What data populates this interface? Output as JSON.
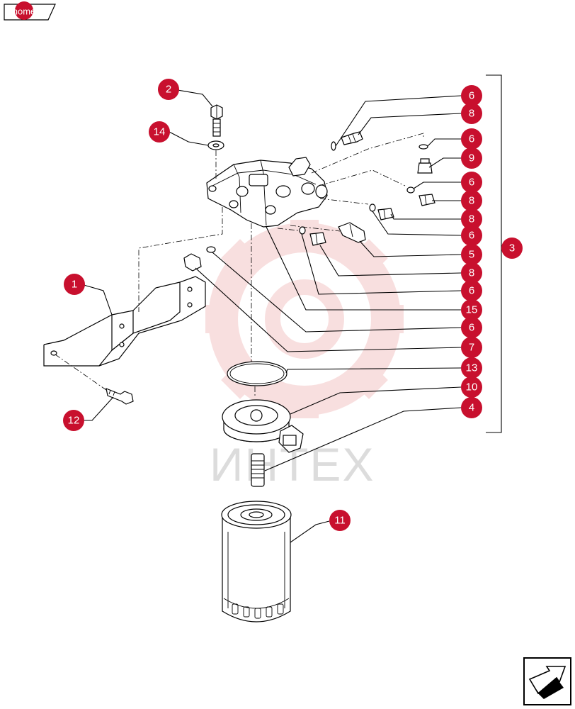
{
  "nav": {
    "home_label": "home"
  },
  "watermark": {
    "text": "ИНТЕХ"
  },
  "colors": {
    "callout": "#c8102e",
    "watermark": "#f3c6c6",
    "line": "#000000"
  },
  "icons": {
    "next": "arrow-right-icon"
  },
  "callouts": [
    {
      "id": "c2",
      "label": "2"
    },
    {
      "id": "c14",
      "label": "14"
    },
    {
      "id": "c1",
      "label": "1"
    },
    {
      "id": "c12",
      "label": "12"
    },
    {
      "id": "c11",
      "label": "11"
    },
    {
      "id": "c3",
      "label": "3"
    },
    {
      "id": "r1",
      "label": "6"
    },
    {
      "id": "r2",
      "label": "8"
    },
    {
      "id": "r3",
      "label": "6"
    },
    {
      "id": "r4",
      "label": "9"
    },
    {
      "id": "r5",
      "label": "6"
    },
    {
      "id": "r6",
      "label": "8"
    },
    {
      "id": "r7",
      "label": "8"
    },
    {
      "id": "r8",
      "label": "6"
    },
    {
      "id": "r9",
      "label": "5"
    },
    {
      "id": "r10",
      "label": "8"
    },
    {
      "id": "r11",
      "label": "6"
    },
    {
      "id": "r12",
      "label": "15"
    },
    {
      "id": "r13",
      "label": "6"
    },
    {
      "id": "r14",
      "label": "7"
    },
    {
      "id": "r15",
      "label": "13"
    },
    {
      "id": "r16",
      "label": "10"
    },
    {
      "id": "r17",
      "label": "4"
    }
  ]
}
